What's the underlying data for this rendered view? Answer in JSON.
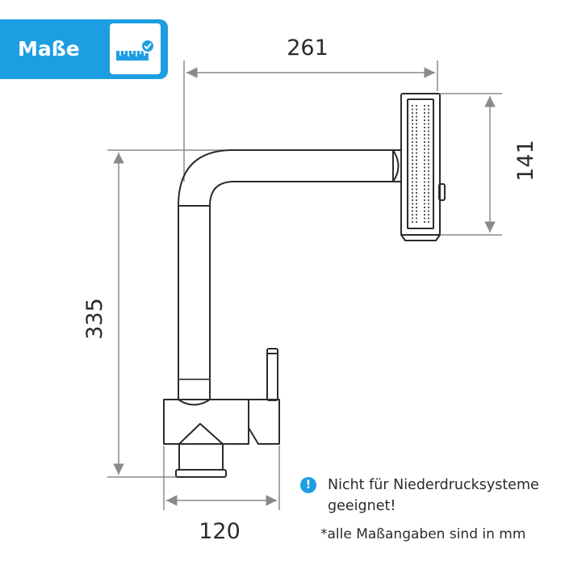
{
  "badge": {
    "label": "Maße",
    "icon": "ruler-check-icon",
    "color": "#1e9ee2"
  },
  "dimensions": {
    "width_total": "261",
    "spray_head_height": "141",
    "total_height": "335",
    "base_width": "120"
  },
  "notice": {
    "icon": "exclamation-icon",
    "line1": "Nicht für Niederdrucksysteme",
    "line2": "geeignet!"
  },
  "footnote": "*alle Maßangaben sind in mm"
}
